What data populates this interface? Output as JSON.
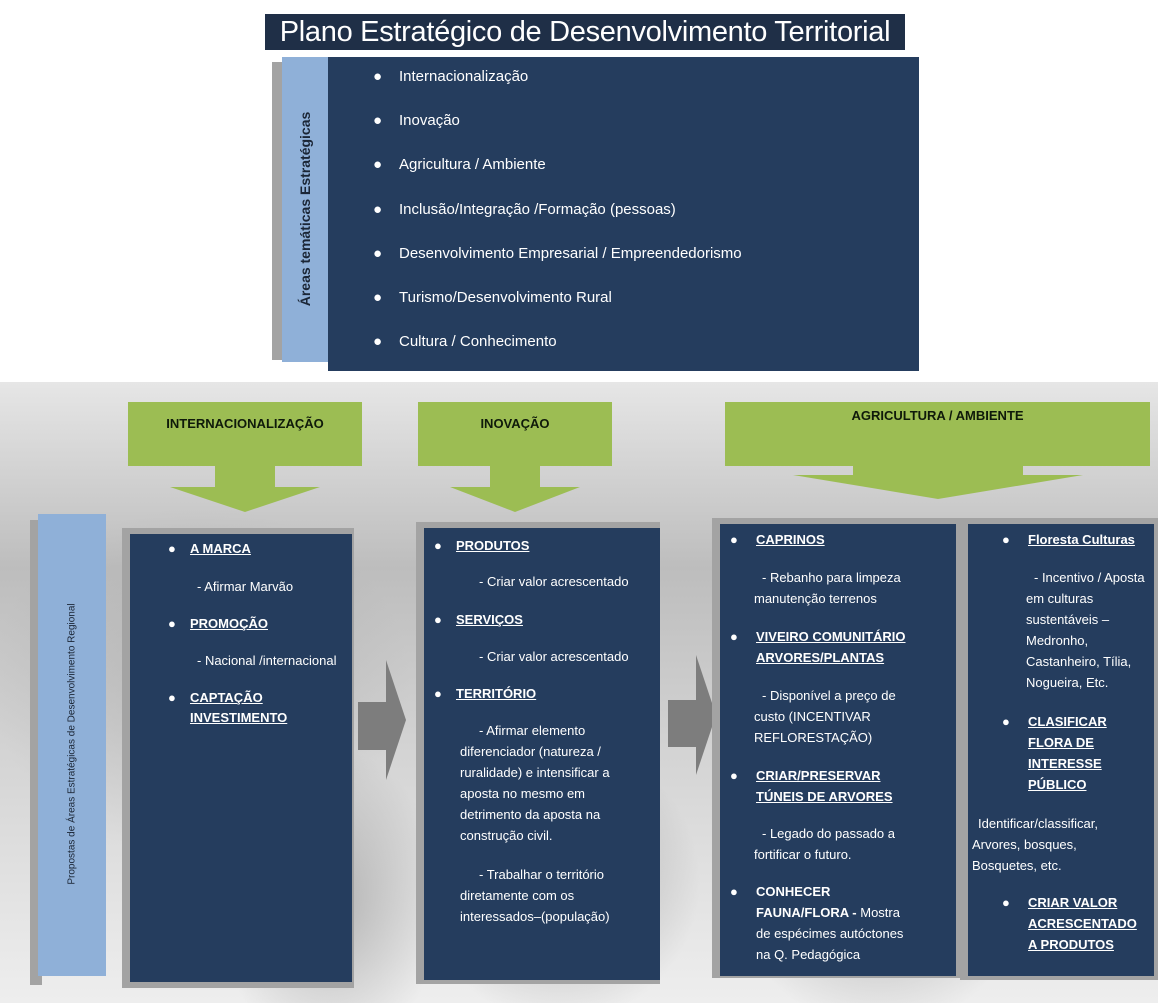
{
  "title": "Plano Estratégico de Desenvolvimento Territorial",
  "top_section": {
    "side_label": "Áreas temáticas Estratégicas",
    "items": [
      "Internacionalização",
      "Inovação",
      "Agricultura / Ambiente",
      "Inclusão/Integração /Formação (pessoas)",
      "Desenvolvimento Empresarial / Empreendedorismo",
      "Turismo/Desenvolvimento Rural",
      "Cultura / Conhecimento"
    ]
  },
  "bottom_section": {
    "side_label": "Propostas de Áreas Estratégicas de Desenvolvimento Regional",
    "headers": [
      "INTERNACIONALIZAÇÃO",
      "INOVAÇÃO",
      "AGRICULTURA / AMBIENTE"
    ]
  },
  "panel1": {
    "h1": "A MARCA",
    "t1": "- Afirmar Marvão",
    "h2": "PROMOÇÃO",
    "t2": "- Nacional /internacional",
    "h3_line1": "CAPTAÇÃO",
    "h3_line2": "INVESTIMENTO"
  },
  "panel2": {
    "h1": "PRODUTOS",
    "t1": "- Criar valor acrescentado",
    "h2": "SERVIÇOS",
    "t2": "- Criar valor acrescentado",
    "h3": "TERRITÓRIO",
    "t3_lines": [
      "- Afirmar elemento",
      "diferenciador (natureza /",
      "ruralidade) e intensificar a",
      "aposta no mesmo em",
      "detrimento da aposta na",
      "construção civil."
    ],
    "t4_lines": [
      "- Trabalhar o território",
      "diretamente com os",
      "interessados–(população)"
    ]
  },
  "panel3": {
    "h1": "CAPRINOS",
    "t1_lines": [
      "- Rebanho para limpeza",
      "manutenção terrenos"
    ],
    "h2_lines": [
      "VIVEIRO COMUNITÁRIO",
      "ARVORES/PLANTAS"
    ],
    "t2_lines": [
      "- Disponível a preço de",
      "custo (INCENTIVAR",
      "REFLORESTAÇÃO)"
    ],
    "h3_lines": [
      "CRIAR/PRESERVAR",
      "TÚNEIS DE ARVORES"
    ],
    "t3_lines": [
      "- Legado do passado a",
      "fortificar o futuro."
    ],
    "h4_line1": "CONHECER",
    "h4_line2_bold": "FAUNA/FLORA -",
    "h4_line2_rest": " Mostra",
    "t4_lines": [
      "de espécimes autóctones",
      "na Q. Pedagógica"
    ]
  },
  "panel4": {
    "h1": "Floresta Culturas",
    "t1_lines": [
      "- Incentivo / Aposta",
      "em culturas",
      "sustentáveis –",
      "Medronho,",
      "Castanheiro, Tília,",
      "Nogueira, Etc."
    ],
    "h2_lines": [
      "CLASIFICAR",
      "FLORA DE",
      "INTERESSE",
      "PÚBLICO"
    ],
    "t2_lines": [
      "Identificar/classificar,",
      "Arvores, bosques,",
      "Bosquetes, etc."
    ],
    "h3_lines": [
      "CRIAR VALOR",
      "ACRESCENTADO",
      "A PRODUTOS"
    ]
  },
  "colors": {
    "navy": "#253d5e",
    "light_blue": "#8fb0d8",
    "green": "#9cbd53",
    "gray_arrow": "#7d7d7d"
  }
}
